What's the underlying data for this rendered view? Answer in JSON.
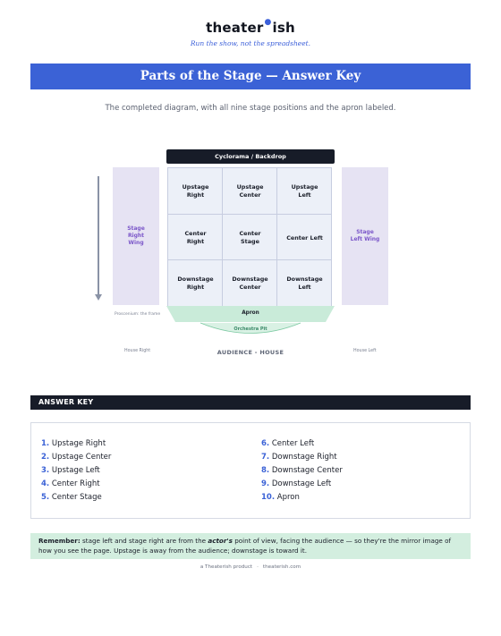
{
  "brand": {
    "logo_left": "theater",
    "logo_dot": "●",
    "logo_right": "ish",
    "tagline": "Run the show, not the spreadsheet."
  },
  "title": "Parts of the Stage — Answer Key",
  "subtitle": "The completed diagram, with all nine stage positions and the apron labeled.",
  "diagram": {
    "cyclorama": "Cyclorama / Backdrop",
    "wing_right": "Stage Right Wing",
    "wing_left": "Stage Left Wing",
    "cells": [
      "Upstage Right",
      "Upstage Center",
      "Upstage Left",
      "Center Right",
      "Center Stage",
      "Center Left",
      "Downstage Right",
      "Downstage Center",
      "Downstage Left"
    ],
    "proscenium": "Proscenium: the frame",
    "apron": "Apron",
    "orchestra_pit": "Orchestra Pit",
    "house_right": "House Right",
    "audience": "AUDIENCE - HOUSE",
    "house_left": "House Left"
  },
  "answer_key": {
    "heading": "ANSWER KEY",
    "items": [
      {
        "num": "1.",
        "label": "Upstage Right"
      },
      {
        "num": "2.",
        "label": "Upstage Center"
      },
      {
        "num": "3.",
        "label": "Upstage Left"
      },
      {
        "num": "4.",
        "label": "Center Right"
      },
      {
        "num": "5.",
        "label": "Center Stage"
      },
      {
        "num": "6.",
        "label": "Center Left"
      },
      {
        "num": "7.",
        "label": "Downstage Right"
      },
      {
        "num": "8.",
        "label": "Downstage Center"
      },
      {
        "num": "9.",
        "label": "Downstage Left"
      },
      {
        "num": "10.",
        "label": "Apron"
      }
    ]
  },
  "remember": {
    "lead": "Remember:",
    "part1": "stage left and stage right are from the",
    "emphasis": "actor's",
    "part2": "point of view, facing the audience — so they're the mirror image of how you see the page. Upstage is away from the audience; downstage is toward it."
  },
  "footer": {
    "product": "a Theaterish product",
    "separator": "·",
    "site": "theaterish.com"
  },
  "colors": {
    "accent": "#3b62d6",
    "dark": "#171c28",
    "wing": "#e6e3f3",
    "apron": "#c9ebd9",
    "remember_bg": "#d3eedf"
  }
}
